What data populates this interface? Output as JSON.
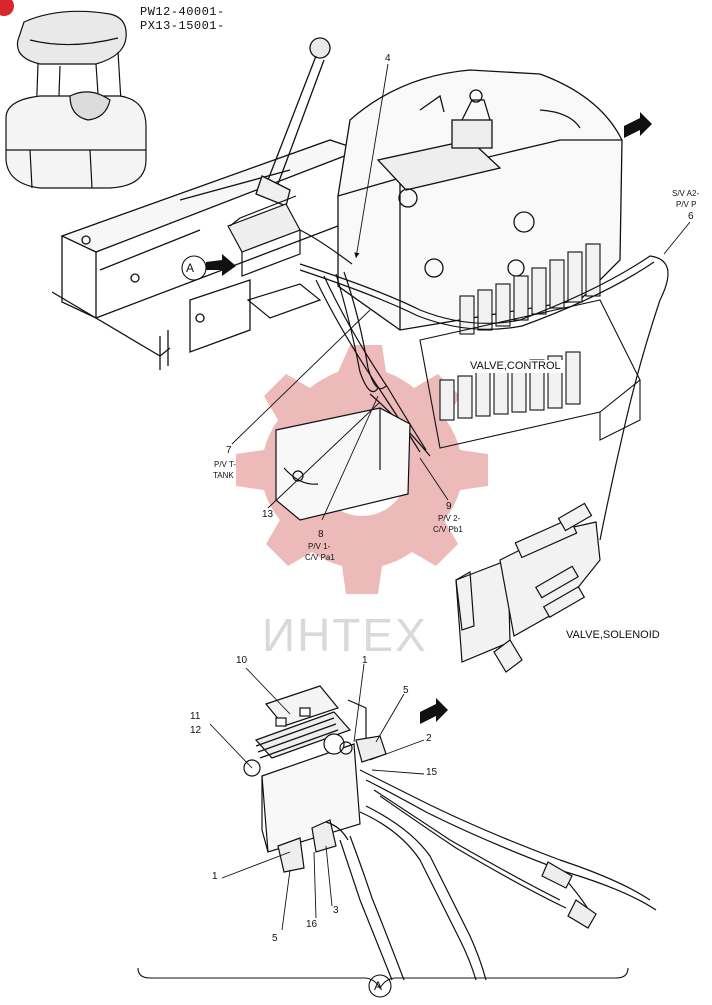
{
  "serials": [
    "PW12-40001-",
    "PX13-15001-"
  ],
  "watermark": "ИНТЕХ",
  "views": {
    "detail_marker": "A"
  },
  "labels": {
    "valve_control": "VALVE,CONTROL",
    "valve_solenoid": "VALVE,SOLENOID",
    "sv_a2": "S/V A2-",
    "pv_p": "P/V P",
    "pv_t": "P/V T-",
    "tank": "TANK",
    "pv_1": "P/V 1-",
    "cv_pa1": "C/V Pa1",
    "pv_2": "P/V 2-",
    "cv_pb1": "C/V Pb1"
  },
  "callouts": {
    "n4": "4",
    "n6": "6",
    "n7": "7",
    "n8": "8",
    "n9": "9",
    "n13": "13",
    "n10": "10",
    "n1a": "1",
    "n5a": "5",
    "n11": "11",
    "n12": "12",
    "n2": "2",
    "n15": "15",
    "n1b": "1",
    "n16": "16",
    "n3": "3",
    "n5b": "5"
  },
  "colors": {
    "line": "#111111",
    "watermark": "#e8a3a3",
    "badge": "#d8262a"
  }
}
